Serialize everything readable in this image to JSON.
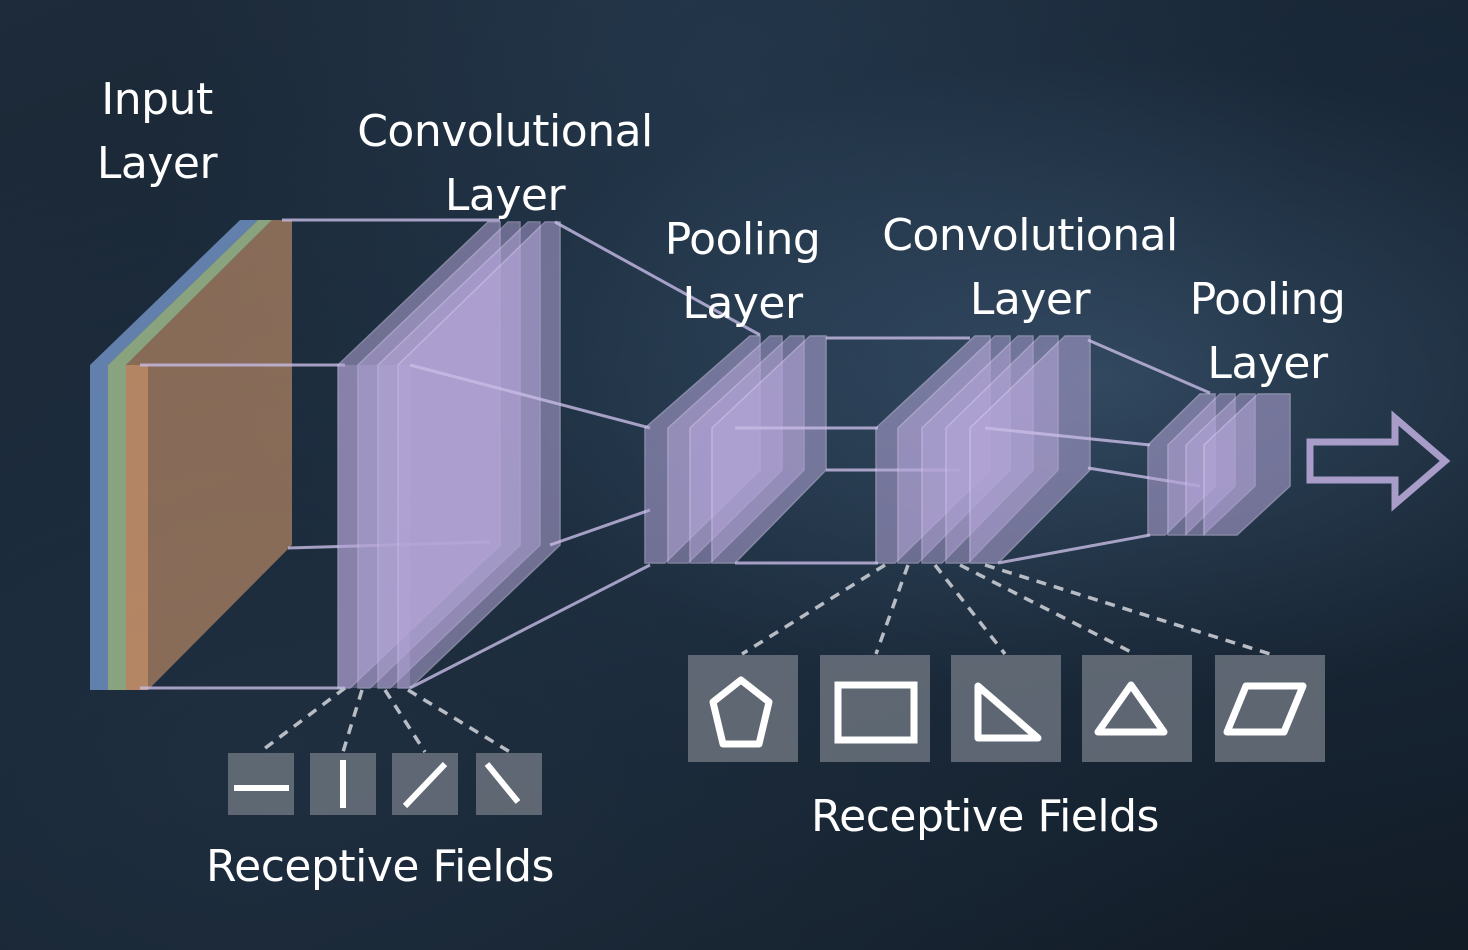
{
  "layers": [
    {
      "id": "input",
      "line1": "Input",
      "line2": "Layer"
    },
    {
      "id": "conv1",
      "line1": "Convolutional",
      "line2": "Layer"
    },
    {
      "id": "pool1",
      "line1": "Pooling",
      "line2": "Layer"
    },
    {
      "id": "conv2",
      "line1": "Convolutional",
      "line2": "Layer"
    },
    {
      "id": "pool2",
      "line1": "Pooling",
      "line2": "Layer"
    }
  ],
  "receptive_fields_left": {
    "label": "Receptive Fields",
    "icons": [
      "horizontal-line-icon",
      "vertical-line-icon",
      "diagonal-line-icon",
      "anti-diagonal-line-icon"
    ]
  },
  "receptive_fields_right": {
    "label": "Receptive Fields",
    "icons": [
      "pentagon-icon",
      "rectangle-icon",
      "right-triangle-icon",
      "triangle-icon",
      "parallelogram-icon"
    ]
  },
  "colors": {
    "layer_fill": "#b4a6d8",
    "layer_edge": "#d8ccf0",
    "connector": "#c8bce6",
    "input_blue": "#6f8fc0",
    "input_green": "#9bb88a",
    "input_orange": "#e0a070",
    "field_box": "#6a727c",
    "field_stroke": "#ffffff",
    "text": "#ffffff"
  }
}
